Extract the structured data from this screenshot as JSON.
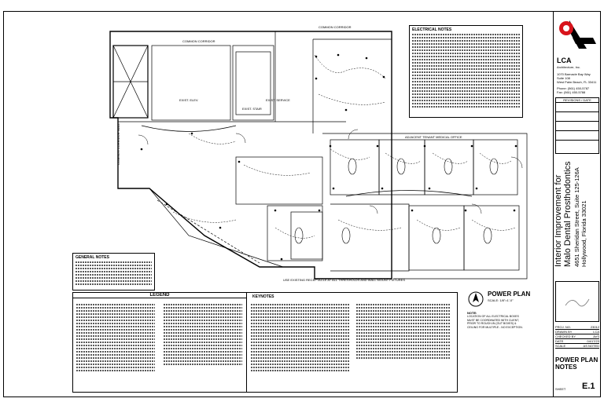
{
  "title_block": {
    "firm_name": "LCA",
    "firm_sub": "Architecture, Inc.",
    "addr1": "1070 Barnacle Bay Way",
    "addr2": "Suite 108",
    "addr3": "West Palm Beach, FL 33411",
    "phone": "Phone: (561) 450-5787",
    "fax": "Fax: (561) 450-5788",
    "revisions_label": "REVISIONS / DATE",
    "project_title1": "Interior Improvement for",
    "project_title2": "Malo Dental Prosthodontics",
    "project_addr1": "4651 Sheridan Street, Suite 125-126A",
    "project_addr2": "Hollywood, Florida 33021",
    "proj_no_label": "PROJ. NO.",
    "proj_no": "23012",
    "drawn_label": "DRAWN BY",
    "drawn": "LCA",
    "checked_label": "CHECKED BY",
    "checked": "AVS",
    "date_label": "DATE",
    "date": "04/17/23",
    "scale_label": "SCALE",
    "scale": "AS NOTED",
    "sheet_title1": "POWER PLAN",
    "sheet_title2": "NOTES",
    "sheet_label": "SHEET",
    "sheet_no": "E.1"
  },
  "plan": {
    "common_corridor_top": "COMMON CORRIDOR",
    "common_corridor_right": "COMMON CORRIDOR",
    "common_corridor_left": "COMMON CORRIDOR WALL",
    "adjacent_tenant": "ADJACENT TENANT MEDICAL OFFICE",
    "exist_elev": "EXIST. ELEV.",
    "exist_stair": "EXIST. STAIR",
    "exist_service": "EXIST. SERVICE",
    "power_plan_title": "POWER PLAN",
    "power_plan_scale": "SCALE: 1/8\"=1'-0\"",
    "bottom_note": "USE EXISTING RECEPTACLE AT ALL THRESHOLDS AND WALL MOUNT FIXTURES"
  },
  "notes_box": {
    "electrical_title": "ELECTRICAL NOTES",
    "general_title": "GENERAL NOTES",
    "legend_title": "LEGEND",
    "keynotes_title": "KEYNOTES",
    "note_title": "NOTE:",
    "note_text": "LOCATION OF ALL ELECTRICAL BOXES MUST BE COORDINATED WITH CLIENT, PRIOR TO ROUGH-IN (OUT BOXES) & CEILING FOR MULTIPLE - NO EXCEPTION."
  }
}
